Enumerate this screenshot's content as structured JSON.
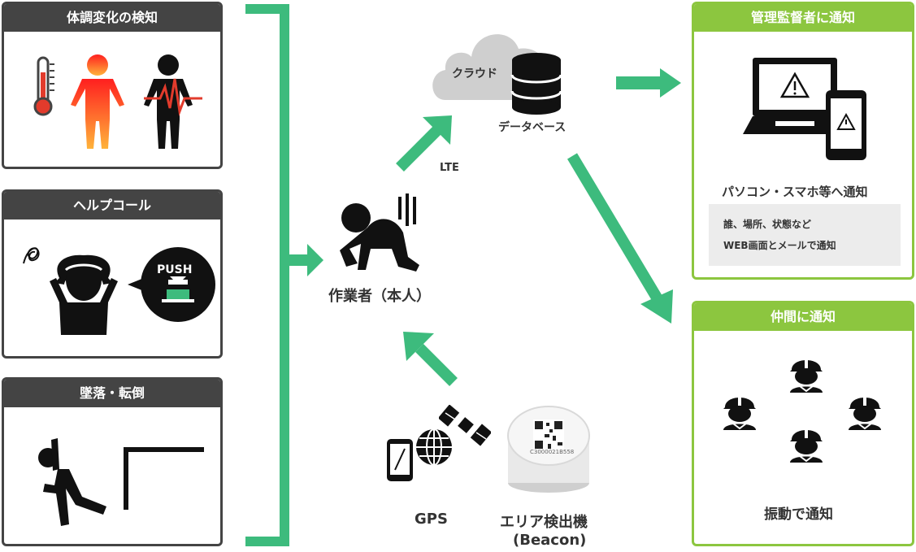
{
  "left_cards": [
    {
      "title": "体調変化の検知"
    },
    {
      "title": "ヘルプコール",
      "push_label": "PUSH"
    },
    {
      "title": "墜落・転倒"
    }
  ],
  "center": {
    "cloud_label": "クラウド",
    "database_label": "データベース",
    "lte_label": "LTE",
    "worker_label": "作業者（本人）",
    "gps_label": "GPS",
    "beacon_label_line1": "エリア検出機",
    "beacon_label_line2": "(Beacon)",
    "beacon_serial": "C3000021B558"
  },
  "right_cards": {
    "manager": {
      "title": "管理監督者に通知",
      "caption": "パソコン・スマホ等へ通知",
      "note_line1": "誰、場所、状態など",
      "note_line2": "WEB画面とメールで通知"
    },
    "peers": {
      "title": "仲間に通知",
      "caption": "振動で通知"
    }
  },
  "colors": {
    "accent_green": "#3dbb7d",
    "card_green": "#8cc63f",
    "dark": "#444444",
    "thermo_red": "#e23b2c"
  }
}
